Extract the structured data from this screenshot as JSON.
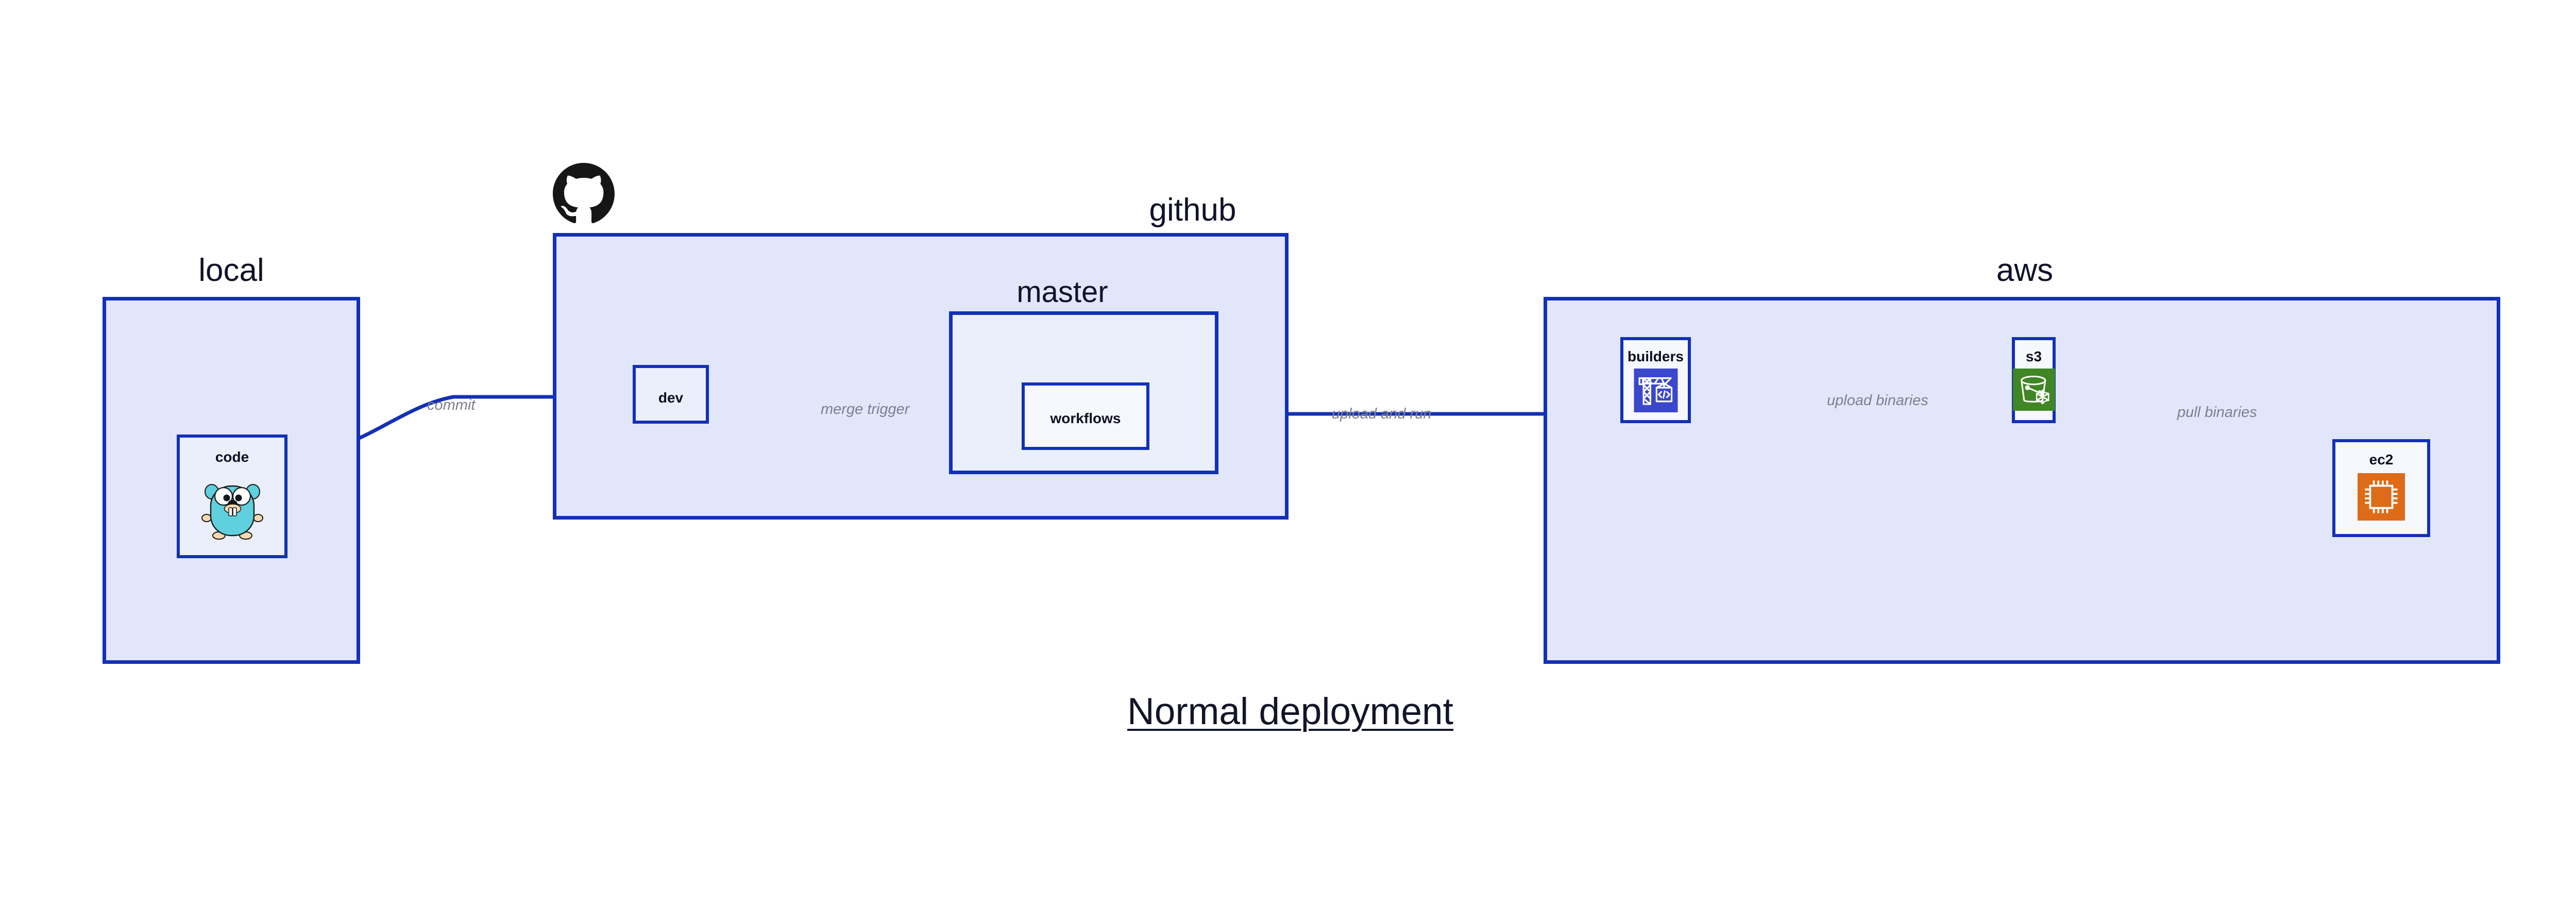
{
  "diagram": {
    "title": "Normal deployment",
    "background": "#ffffff",
    "accent_border": "#1330B8",
    "group_fill": "#E1E6FA",
    "subgroup_fill": "#EAEFFC",
    "node_fill": "#EAEFFB",
    "edge_label_color": "#7F7F8C"
  },
  "groups": [
    {
      "id": "local",
      "label": "local",
      "nodes": [
        {
          "id": "code",
          "label": "code",
          "icon": "go-gopher-icon"
        }
      ]
    },
    {
      "id": "github",
      "label": "github",
      "logo": "github-octocat-icon",
      "nodes": [
        {
          "id": "dev",
          "label": "dev",
          "icon": "none"
        }
      ],
      "subgroups": [
        {
          "id": "master",
          "label": "master",
          "nodes": [
            {
              "id": "workflows",
              "label": "workflows",
              "icon": "none"
            }
          ]
        }
      ]
    },
    {
      "id": "aws",
      "label": "aws",
      "nodes": [
        {
          "id": "builders",
          "label": "builders",
          "icon": "aws-codebuild-icon",
          "icon_color": "#3B47CC"
        },
        {
          "id": "s3",
          "label": "s3",
          "icon": "aws-s3-glacier-icon",
          "icon_color": "#3F8624"
        },
        {
          "id": "ec2",
          "label": "ec2",
          "icon": "aws-ec2-icon",
          "icon_color": "#DD6B18"
        }
      ]
    }
  ],
  "edges": [
    {
      "id": "commit",
      "label": "commit",
      "from": "code",
      "to": "dev"
    },
    {
      "id": "merge-trigger",
      "label": "merge trigger",
      "from": "dev",
      "to": "workflows"
    },
    {
      "id": "upload-and-run",
      "label": "upload and run",
      "from": "workflows",
      "to": "builders"
    },
    {
      "id": "upload-binaries",
      "label": "upload binaries",
      "from": "builders",
      "to": "s3"
    },
    {
      "id": "pull-binaries",
      "label": "pull binaries",
      "from": "s3",
      "to": "ec2"
    }
  ]
}
